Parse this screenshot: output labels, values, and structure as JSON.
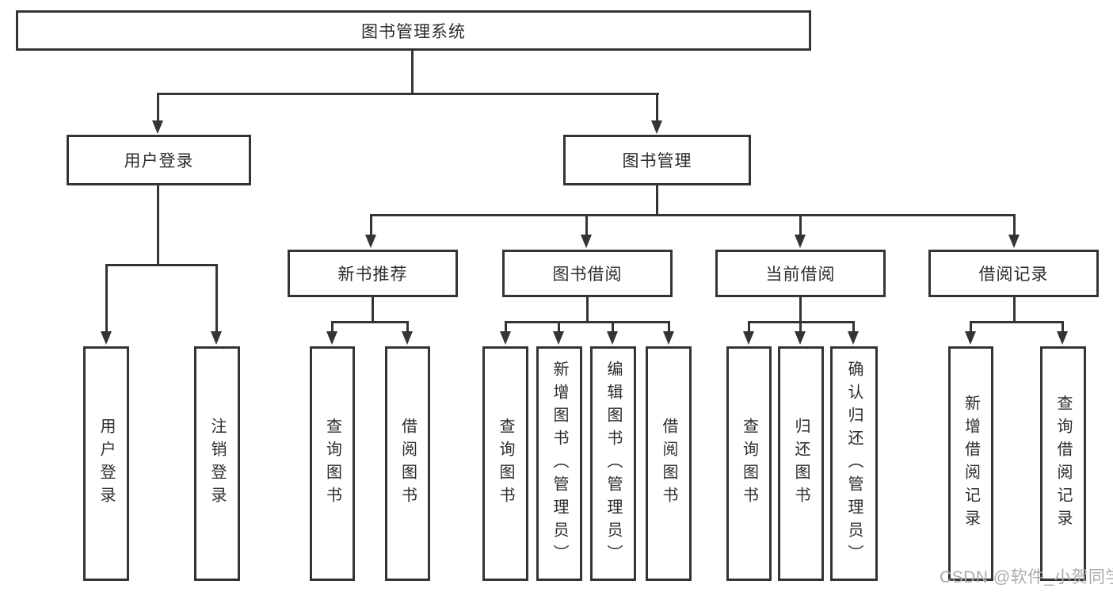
{
  "diagram_type": "hierarchy-chart",
  "tree": {
    "label": "图书管理系统",
    "children": [
      {
        "label": "用户登录",
        "children": [
          {
            "label": "用户登录"
          },
          {
            "label": "注销登录"
          }
        ]
      },
      {
        "label": "图书管理",
        "children": [
          {
            "label": "新书推荐",
            "children": [
              {
                "label": "查询图书"
              },
              {
                "label": "借阅图书"
              }
            ]
          },
          {
            "label": "图书借阅",
            "children": [
              {
                "label": "查询图书"
              },
              {
                "label": "新增图书（管理员）"
              },
              {
                "label": "编辑图书（管理员）"
              },
              {
                "label": "借阅图书"
              }
            ]
          },
          {
            "label": "当前借阅",
            "children": [
              {
                "label": "查询图书"
              },
              {
                "label": "归还图书"
              },
              {
                "label": "确认归还（管理员）"
              }
            ]
          },
          {
            "label": "借阅记录",
            "children": [
              {
                "label": "新增借阅记录"
              },
              {
                "label": "查询借阅记录"
              }
            ]
          }
        ]
      }
    ]
  },
  "watermark": "CSDN @软件_小贺同学",
  "colors": {
    "line": "#343434",
    "box_fill": "#ffffff",
    "text": "#2d2d2d",
    "watermark": "#ababab"
  }
}
